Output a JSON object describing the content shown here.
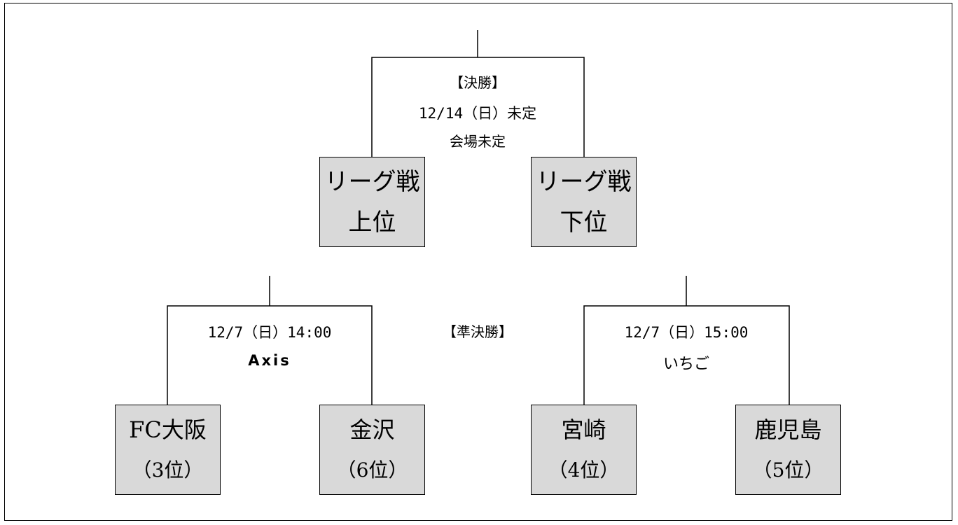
{
  "final": {
    "label": "【決勝】",
    "datetime": "12/14（日）未定",
    "venue": "会場未定",
    "left": {
      "line1": "リーグ戦",
      "line2": "上位"
    },
    "right": {
      "line1": "リーグ戦",
      "line2": "下位"
    }
  },
  "semifinal": {
    "label": "【準決勝】",
    "left_match": {
      "datetime": "12/7（日）14:00",
      "venue": "Axis",
      "team_a": {
        "name": "FC大阪",
        "rank": "（3位）"
      },
      "team_b": {
        "name": "金沢",
        "rank": "（6位）"
      }
    },
    "right_match": {
      "datetime": "12/7（日）15:00",
      "venue": "いちご",
      "team_a": {
        "name": "宮崎",
        "rank": "（4位）"
      },
      "team_b": {
        "name": "鹿児島",
        "rank": "（5位）"
      }
    }
  }
}
